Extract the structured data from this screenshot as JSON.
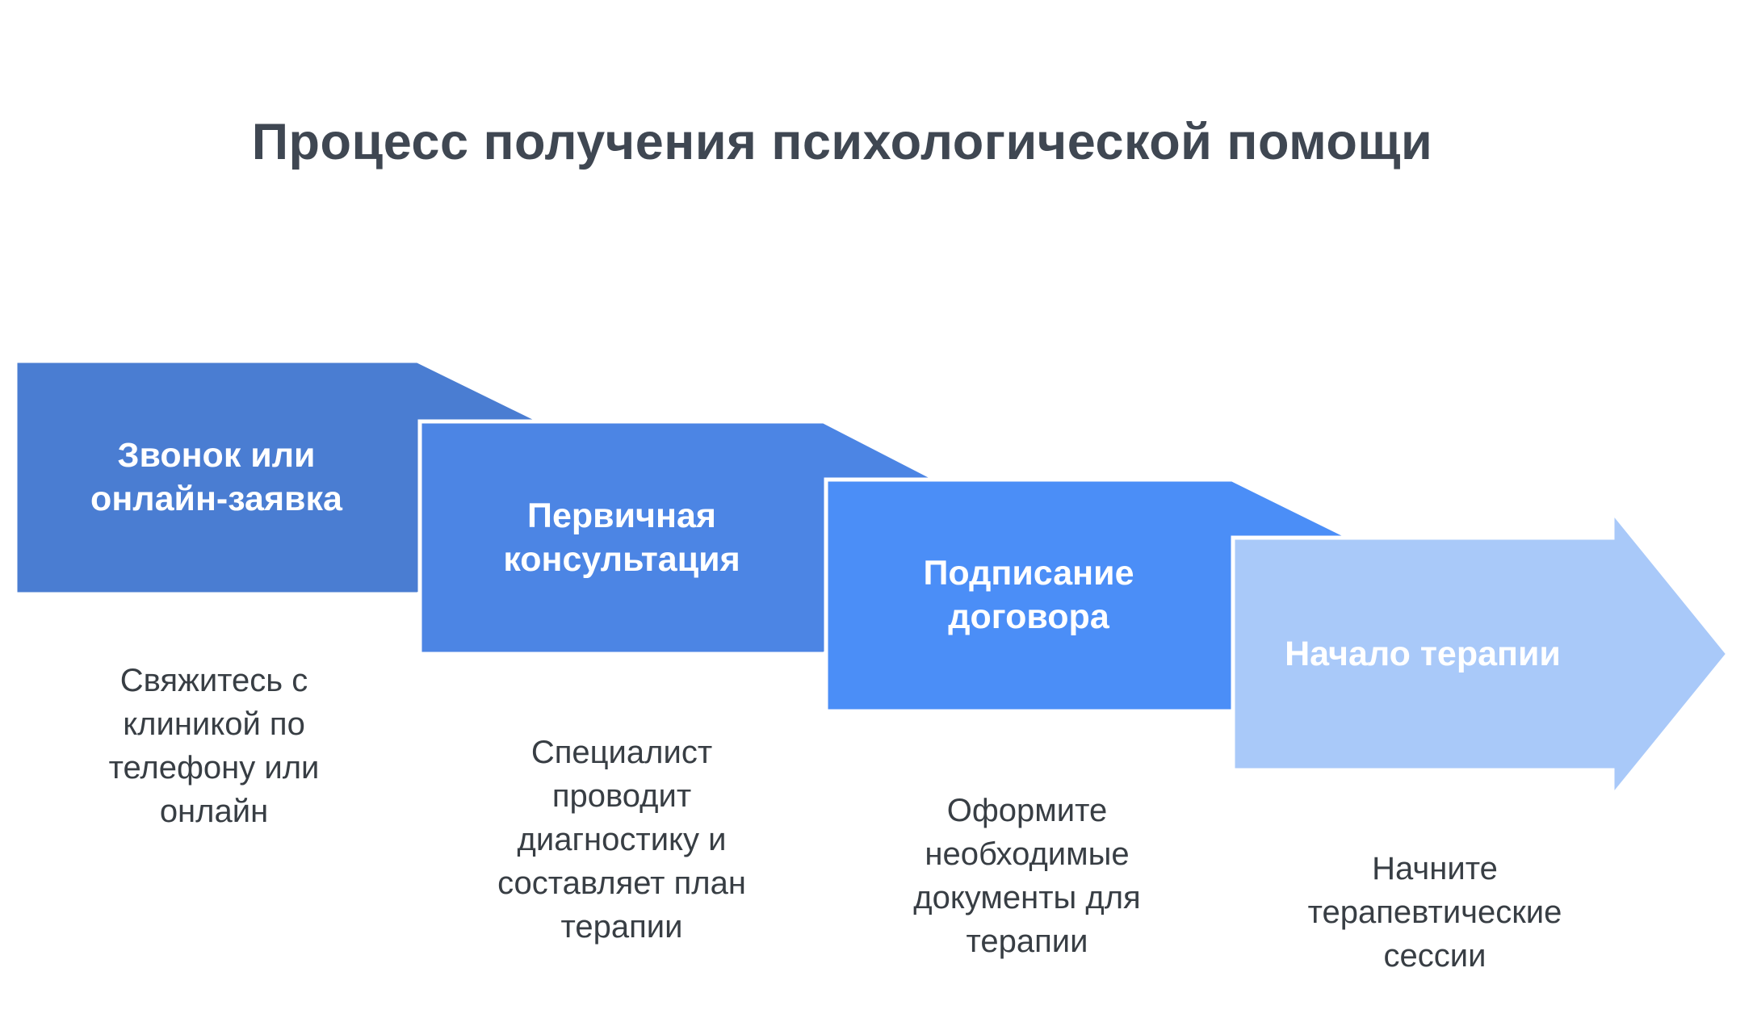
{
  "title": "Процесс получения психологической помощи",
  "colors": {
    "title_text": "#3f4752",
    "description_text": "#383e44",
    "label_text": "#ffffff"
  },
  "steps": [
    {
      "label": "Звонок или онлайн-заявка",
      "description": "Свяжитесь с клиникой по телефону или онлайн",
      "color": "#4a7dd2"
    },
    {
      "label": "Первичная консультация",
      "description": "Специалист проводит диагностику и составляет план терапии",
      "color": "#4c85e4"
    },
    {
      "label": "Подписание договора",
      "description": "Оформите необходимые документы для терапии",
      "color": "#4b8ef7"
    },
    {
      "label": "Начало терапии",
      "description": "Начните терапевтические сессии",
      "color": "#a9c9f9"
    }
  ]
}
